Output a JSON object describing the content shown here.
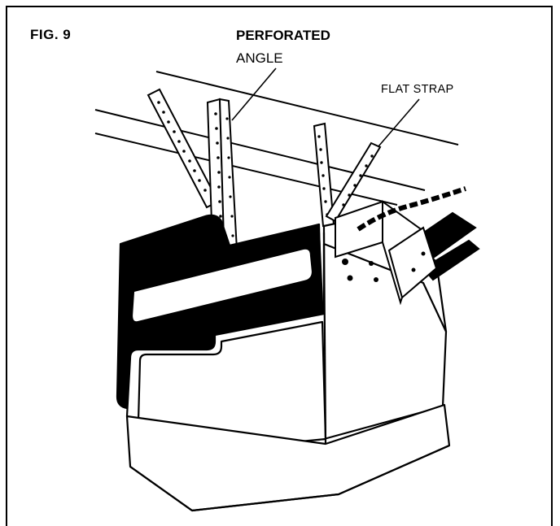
{
  "figure": {
    "title": "FIG. 9"
  },
  "labels": {
    "perforated": "PERFORATED",
    "angle": "ANGLE",
    "flat_strap": "FLAT STRAP"
  },
  "colors": {
    "ink": "#000000",
    "paper": "#ffffff"
  }
}
